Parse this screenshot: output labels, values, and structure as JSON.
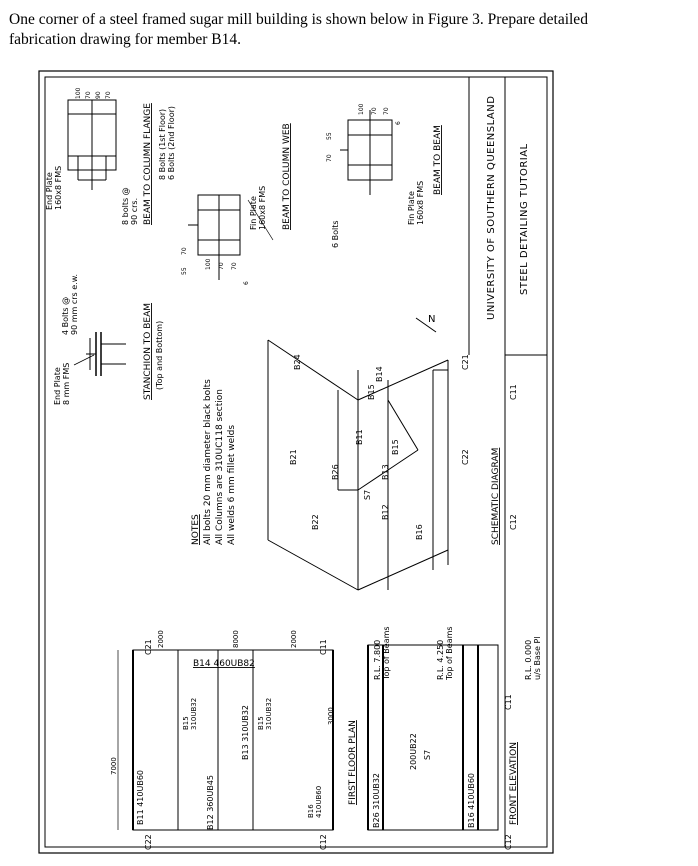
{
  "question": {
    "line1": "One corner of a steel framed sugar mill building is shown below in Figure 3. Prepare detailed",
    "line2": "fabrication drawing for member B14."
  },
  "sheet": {
    "title_block": {
      "university": "UNIVERSITY OF SOUTHERN QUEENSLAND",
      "subtitle": "STEEL DETAILING TUTORIAL"
    },
    "details": {
      "end_plate_8": {
        "plate": "End Plate",
        "spec": "8 mm FMS",
        "bolts1": "4 Bolts @",
        "bolts2": "90 mm crs e.w.",
        "title": "STANCHION TO BEAM",
        "subtitle": "(Top and Bottom)"
      },
      "end_plate_160": {
        "plate": "End Plate",
        "spec": "160x8 FMS",
        "bolts1": "8 bolts @",
        "bolts2": "90 crs.",
        "dim1": "100",
        "dim2": "70",
        "dim3": "90",
        "dim4": "70",
        "title": "BEAM TO COLUMN FLANGE"
      },
      "fin_plate_flange": {
        "bolts1": "8 Bolts (1st Floor)",
        "bolts2": "6 Bolts (2nd Floor)",
        "plate": "Fin Plate",
        "spec": "160x8 FMS",
        "dim1": "55",
        "dim2": "70",
        "dim3": "100",
        "dim4": "70",
        "dim5": "70",
        "dim6": "6"
      },
      "fin_plate_web": {
        "header": "BEAM TO COLUMN WEB",
        "bolts": "6 Bolts",
        "dim1": "70",
        "dim2": "55",
        "dim3": "100",
        "dim4": "70",
        "dim5": "70",
        "dim6": "6",
        "plate": "Fin Plate",
        "spec": "160x8 FMS",
        "title": "BEAM TO BEAM"
      }
    },
    "notes": {
      "heading": "NOTES",
      "line1": "All bolts 20 mm diameter black bolts",
      "line2": "All Columns are 310UC118 section",
      "line3": "All welds 6 mm fillet welds"
    },
    "schematic": {
      "title": "SCHEMATIC DIAGRAM",
      "members": [
        "B24",
        "B21",
        "B26",
        "B22",
        "B11",
        "B15",
        "B14",
        "B13",
        "B12",
        "B15",
        "B16",
        "S7"
      ],
      "columns": [
        "C21",
        "C11",
        "C22",
        "C12"
      ],
      "north": "N"
    },
    "first_floor_plan": {
      "title": "FIRST FLOOR PLAN",
      "dim_7000": "7000",
      "dim_8000": "8000",
      "dim_2000a": "2000",
      "dim_2000b": "2000",
      "dim_3000": "3000",
      "c21": "C21",
      "c22": "C22",
      "c11": "C11",
      "c12": "C12",
      "b11": "B11  410UB60",
      "b12": "B12  360UB45",
      "b13": "B13  310UB32",
      "b14": "B14  460UB82",
      "b15a": "B15",
      "b15a_sec": "310UB32",
      "b15b": "B15",
      "b15b_sec": "310UB32",
      "b16": "B16",
      "b16_sec": "410UB60"
    },
    "front_elevation": {
      "title": "FRONT ELEVATION",
      "rl_top": "R.L. 7.800",
      "rl_top_sub": "Top of Beams",
      "rl_mid": "R.L. 4.250",
      "rl_mid_sub": "Top of Beams",
      "rl_base": "R.L. 0.000",
      "rl_base_sub": "u/s Base Pl",
      "b26": "B26  310UB32",
      "b16": "B16  410UB60",
      "s7": "S7",
      "s7_sec": "200UB22",
      "c11": "C11",
      "c12": "C12"
    }
  }
}
